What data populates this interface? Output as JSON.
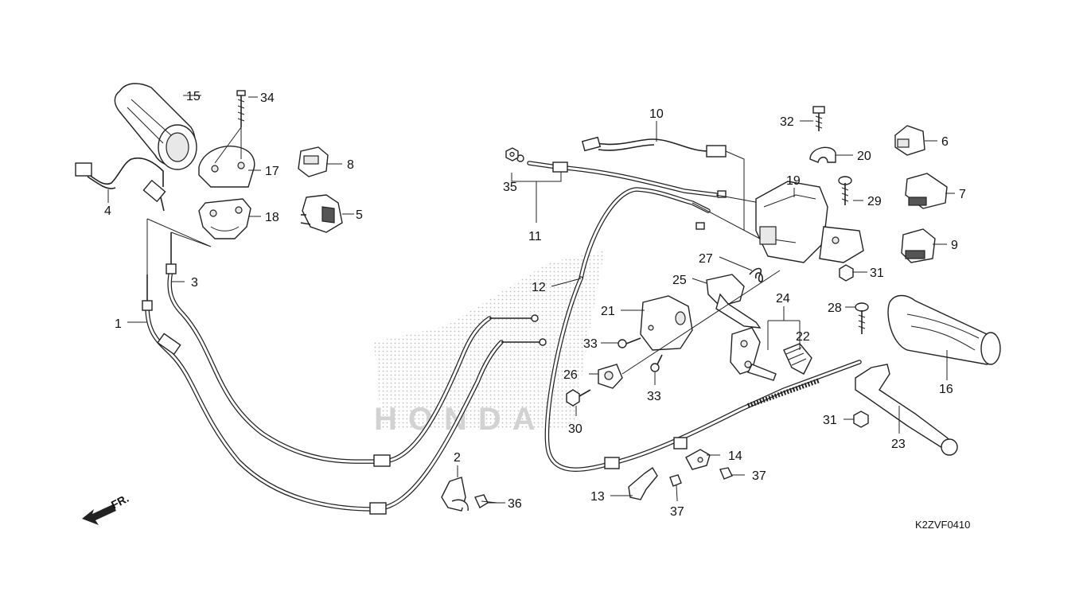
{
  "diagram_code": "K2ZVF0410",
  "direction_label": "FR.",
  "watermark_text": "HONDA",
  "callouts": {
    "c1": "1",
    "c2": "2",
    "c3": "3",
    "c4": "4",
    "c5": "5",
    "c6": "6",
    "c7": "7",
    "c8": "8",
    "c9": "9",
    "c10": "10",
    "c11": "11",
    "c12": "12",
    "c13": "13",
    "c14a": "14",
    "c15": "15",
    "c16": "16",
    "c17": "17",
    "c18": "18",
    "c19": "19",
    "c20": "20",
    "c21": "21",
    "c22": "22",
    "c23": "23",
    "c24": "24",
    "c25": "25",
    "c26": "26",
    "c27": "27",
    "c28": "28",
    "c29": "29",
    "c30": "30",
    "c31a": "31",
    "c31b": "31",
    "c32": "32",
    "c33a": "33",
    "c33b": "33",
    "c34": "34",
    "c35": "35",
    "c36": "36",
    "c37a": "37",
    "c37b": "37"
  }
}
